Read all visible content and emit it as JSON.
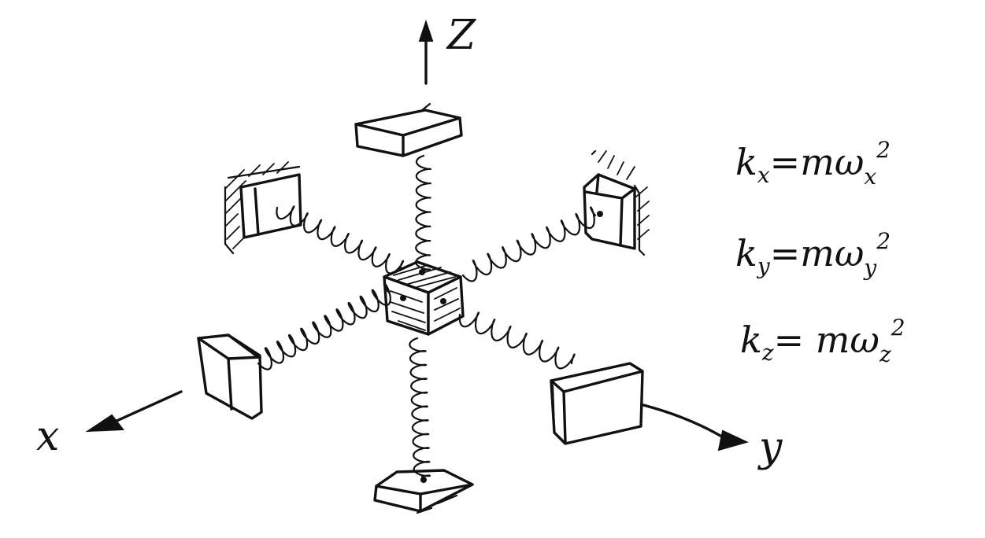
{
  "axes": {
    "x_label": "x",
    "y_label": "y",
    "z_label": "Z"
  },
  "equations": [
    {
      "lhs": "k",
      "lhs_sub": "x",
      "rhs": "=mω",
      "rhs_sub": "x",
      "sup": "2"
    },
    {
      "lhs": "k",
      "lhs_sub": "y",
      "rhs": "=mω",
      "rhs_sub": "y",
      "sup": "2"
    },
    {
      "lhs": "k",
      "lhs_sub": "z",
      "rhs": "= mω",
      "rhs_sub": "z",
      "sup": "2"
    }
  ],
  "colors": {
    "ink": "#111111",
    "paper": "#ffffff"
  }
}
